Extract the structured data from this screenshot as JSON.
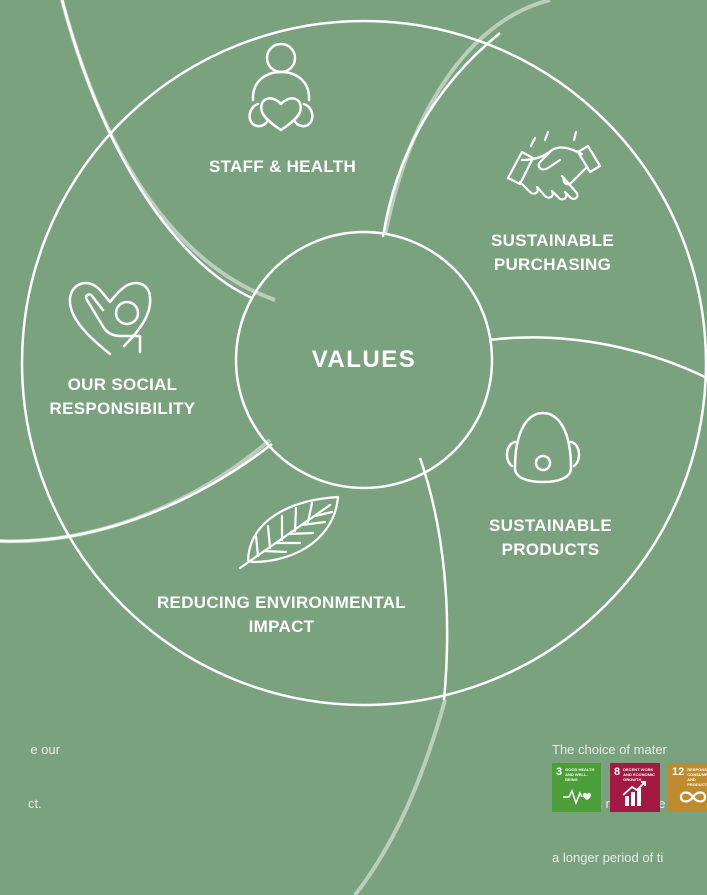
{
  "center": {
    "label": "VALUES"
  },
  "segments": [
    {
      "label_line1": "STAFF & HEALTH",
      "label_line2": "",
      "icon": "person-holding-heart-icon"
    },
    {
      "label_line1": "SUSTAINABLE",
      "label_line2": "PURCHASING",
      "icon": "handshake-icon"
    },
    {
      "label_line1": "SUSTAINABLE",
      "label_line2": "PRODUCTS",
      "icon": "face-mask-icon"
    },
    {
      "label_line1": "REDUCING ENVIRONMENTAL",
      "label_line2": "IMPACT",
      "icon": "leaf-icon"
    },
    {
      "label_line1": "OUR SOCIAL",
      "label_line2": "RESPONSIBILITY",
      "icon": "heart-hand-icon"
    }
  ],
  "left_text": {
    "line1": "e our",
    "line2": "ct."
  },
  "right_text": {
    "line1": "The choice of mater",
    "line2": "products makes the",
    "line3": "a longer period of ti"
  },
  "sdg_badges": [
    {
      "number": "3",
      "title": "GOOD HEALTH AND WELL-BEING",
      "color": "#4c9f38",
      "icon": "heartbeat-icon"
    },
    {
      "number": "8",
      "title": "DECENT WORK AND ECONOMIC GROWTH",
      "color": "#a21942",
      "icon": "growth-chart-icon"
    },
    {
      "number": "12",
      "title": "RESPONSIBLE CONSUMPTION AND PRODUCTION",
      "color": "#bf8b2e",
      "icon": "infinity-icon"
    }
  ],
  "colors": {
    "background": "#7ba27f",
    "line": "#ffffff",
    "faint_arc": "#b9cfb9"
  }
}
